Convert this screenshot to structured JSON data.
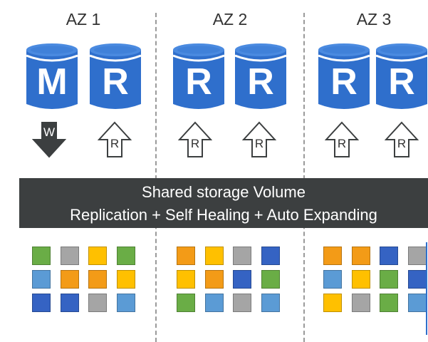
{
  "azs": [
    {
      "label": "AZ 1",
      "dbs": [
        {
          "letter": "M"
        },
        {
          "letter": "R"
        }
      ],
      "arrows": [
        {
          "letter": "W",
          "direction": "down",
          "style": "filled"
        },
        {
          "letter": "R",
          "direction": "up",
          "style": "outline"
        }
      ],
      "grid": [
        [
          "green",
          "gray",
          "yellow",
          "green"
        ],
        [
          "light-blue",
          "orange",
          "orange",
          "yellow"
        ],
        [
          "blue",
          "blue",
          "gray",
          "light-blue"
        ]
      ]
    },
    {
      "label": "AZ 2",
      "dbs": [
        {
          "letter": "R"
        },
        {
          "letter": "R"
        }
      ],
      "arrows": [
        {
          "letter": "R",
          "direction": "up",
          "style": "outline"
        },
        {
          "letter": "R",
          "direction": "up",
          "style": "outline"
        }
      ],
      "grid": [
        [
          "orange",
          "yellow",
          "gray",
          "blue"
        ],
        [
          "yellow",
          "orange",
          "blue",
          "green"
        ],
        [
          "green",
          "light-blue",
          "gray",
          "light-blue"
        ]
      ]
    },
    {
      "label": "AZ 3",
      "dbs": [
        {
          "letter": "R"
        },
        {
          "letter": "R"
        }
      ],
      "arrows": [
        {
          "letter": "R",
          "direction": "up",
          "style": "outline"
        },
        {
          "letter": "R",
          "direction": "up",
          "style": "outline"
        }
      ],
      "grid": [
        [
          "orange",
          "orange",
          "blue",
          "gray"
        ],
        [
          "light-blue",
          "yellow",
          "green",
          "blue"
        ],
        [
          "yellow",
          "gray",
          "green",
          "light-blue"
        ]
      ]
    }
  ],
  "banner": {
    "line1": "Shared storage Volume",
    "line2": "Replication + Self Healing + Auto Expanding"
  },
  "colors": {
    "db_blue": "#2f6fcc",
    "db_top": "#4a8ae0",
    "banner_bg": "#3c3f40",
    "green": "#6aad46",
    "gray": "#a5a5a5",
    "yellow": "#ffc000",
    "light-blue": "#5b9bd5",
    "orange": "#f39b17",
    "blue": "#3563c3"
  }
}
